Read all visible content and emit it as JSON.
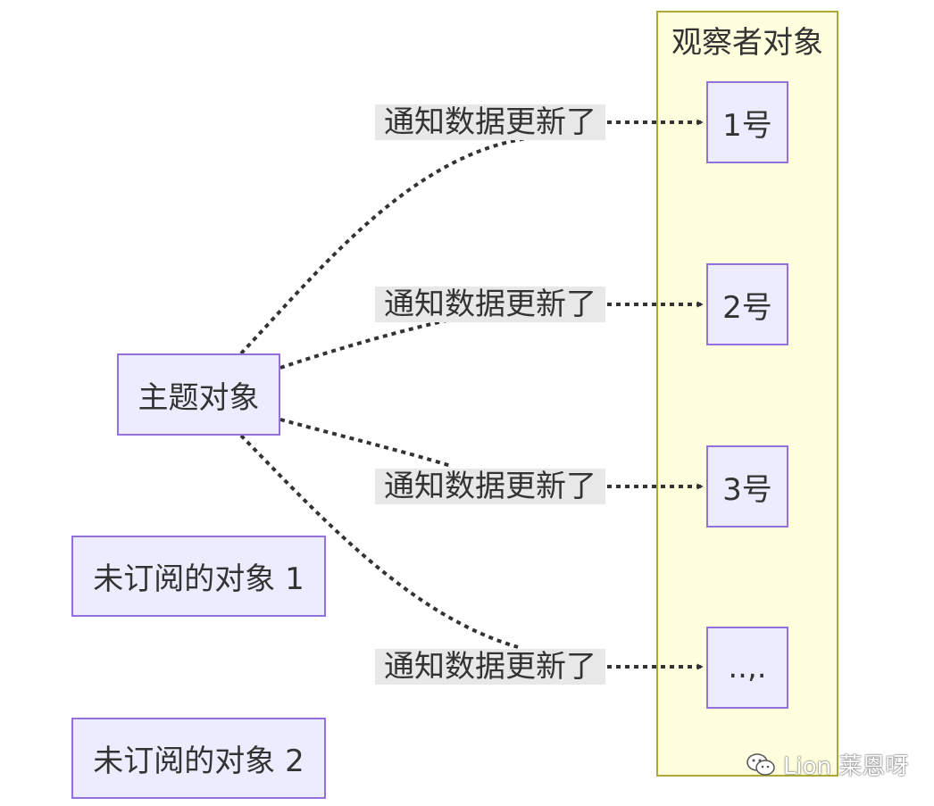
{
  "subgraph": {
    "title": "观察者对象",
    "fill_color": "#ffffde",
    "border_color": "#aaaa33"
  },
  "node_style": {
    "fill_color": "#ececff",
    "border_color": "#9370db"
  },
  "nodes": {
    "subject": "主题对象",
    "unsubscribed_1": "未订阅的对象 1",
    "unsubscribed_2": "未订阅的对象 2",
    "observers": [
      "1号",
      "2号",
      "3号",
      "..,."
    ]
  },
  "edges": [
    {
      "from": "主题对象",
      "to": "1号",
      "label": "通知数据更新了",
      "style": "dotted"
    },
    {
      "from": "主题对象",
      "to": "2号",
      "label": "通知数据更新了",
      "style": "dotted"
    },
    {
      "from": "主题对象",
      "to": "3号",
      "label": "通知数据更新了",
      "style": "dotted"
    },
    {
      "from": "主题对象",
      "to": "..,.",
      "label": "通知数据更新了",
      "style": "dotted"
    }
  ],
  "watermark": {
    "icon": "wechat-icon",
    "text": "Lion 莱恩呀"
  }
}
